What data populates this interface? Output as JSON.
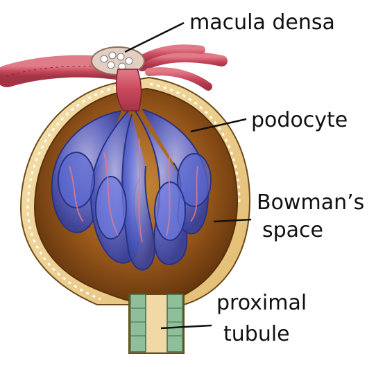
{
  "labels": {
    "macula_densa": "macula densa",
    "podocyte": "podocyte",
    "bowmans_space_line1": "Bowman’s",
    "bowmans_space_line2": "space",
    "proximal_tubule_line1": "proximal",
    "proximal_tubule_line2": "tubule"
  },
  "colors": {
    "capsule_outer": "#f3d79a",
    "capsule_inner": "#9c5a1c",
    "capsule_dark": "#5a2f0a",
    "glomerulus_blue": "#4f5fc8",
    "glomerulus_light": "#8a93e6",
    "vessel_red": "#c9485b",
    "vessel_pink": "#e9a1a8",
    "tubule_green": "#8fbf9a",
    "leader_line": "#111111"
  }
}
